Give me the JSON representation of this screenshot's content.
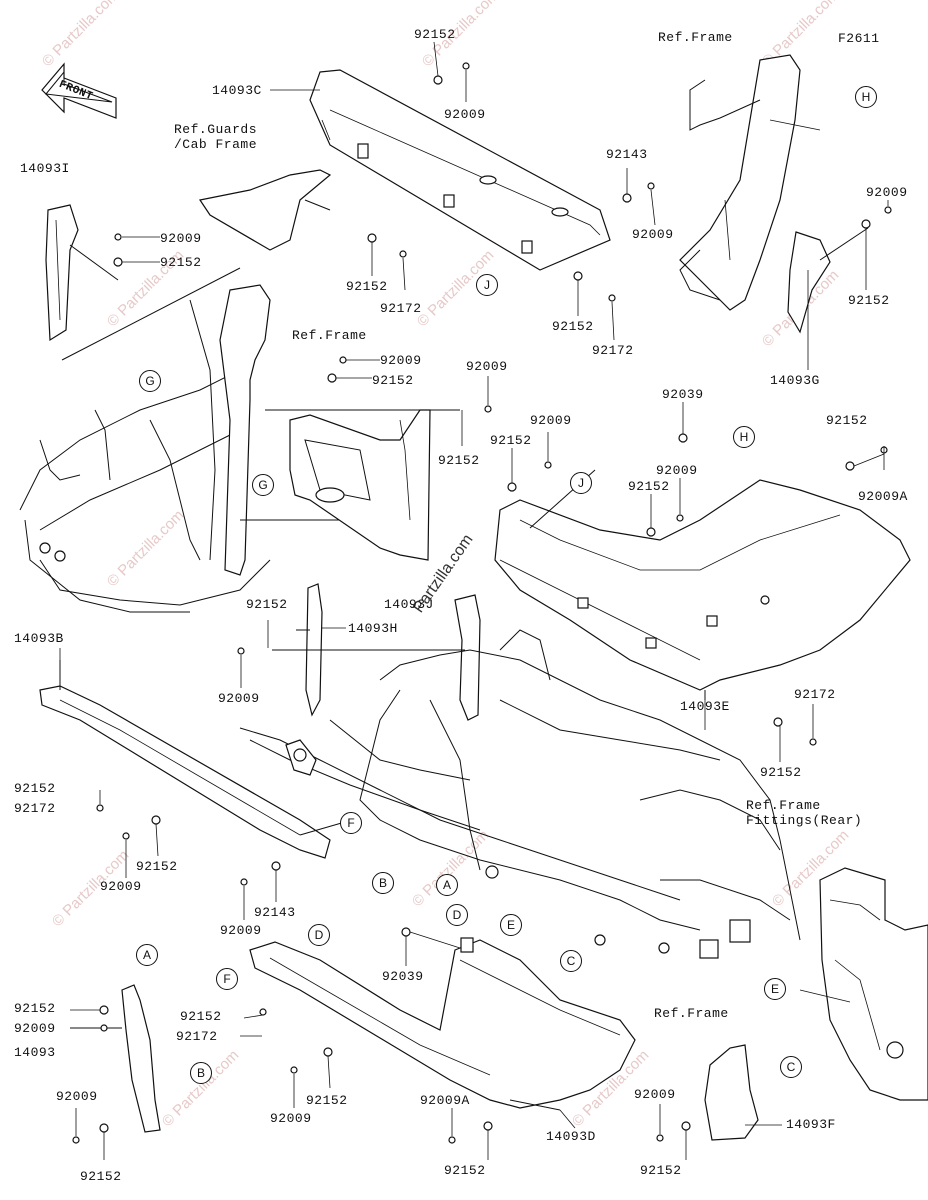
{
  "diagram_code": "F2611",
  "front_arrow_text": "FRONT",
  "watermark_text": "© Partzilla.com",
  "center_watermark": "Partzilla.com",
  "refs": {
    "guards": "Ref.Guards\n/Cab Frame",
    "frame_top": "Ref.Frame",
    "frame_left": "Ref.Frame",
    "frame_bottom": "Ref.Frame",
    "fittings": "Ref.Frame\nFittings(Rear)"
  },
  "parts": [
    {
      "id": "p1",
      "label": "92152"
    },
    {
      "id": "p2",
      "label": "14093C"
    },
    {
      "id": "p3",
      "label": "92009"
    },
    {
      "id": "p4",
      "label": "14093I"
    },
    {
      "id": "p5",
      "label": "92009"
    },
    {
      "id": "p6",
      "label": "92152"
    },
    {
      "id": "p7",
      "label": "92143"
    },
    {
      "id": "p8",
      "label": "92009"
    },
    {
      "id": "p9",
      "label": "92152"
    },
    {
      "id": "p10",
      "label": "92172"
    },
    {
      "id": "p11",
      "label": "92152"
    },
    {
      "id": "p12",
      "label": "92172"
    },
    {
      "id": "p13",
      "label": "92009"
    },
    {
      "id": "p14",
      "label": "92152"
    },
    {
      "id": "p15",
      "label": "14093G"
    },
    {
      "id": "p16",
      "label": "92009"
    },
    {
      "id": "p17",
      "label": "92152"
    },
    {
      "id": "p18",
      "label": "92009"
    },
    {
      "id": "p19",
      "label": "92152"
    },
    {
      "id": "p20",
      "label": "92009"
    },
    {
      "id": "p21",
      "label": "92152"
    },
    {
      "id": "p22",
      "label": "92039"
    },
    {
      "id": "p23",
      "label": "92152"
    },
    {
      "id": "p24",
      "label": "92009A"
    },
    {
      "id": "p25",
      "label": "92009"
    },
    {
      "id": "p26",
      "label": "92152"
    },
    {
      "id": "p27",
      "label": "14093J"
    },
    {
      "id": "p28",
      "label": "92152"
    },
    {
      "id": "p29",
      "label": "14093H"
    },
    {
      "id": "p30",
      "label": "92009"
    },
    {
      "id": "p31",
      "label": "14093B"
    },
    {
      "id": "p32",
      "label": "14093E"
    },
    {
      "id": "p33",
      "label": "92172"
    },
    {
      "id": "p34",
      "label": "92152"
    },
    {
      "id": "p35",
      "label": "92152"
    },
    {
      "id": "p36",
      "label": "92172"
    },
    {
      "id": "p37",
      "label": "92152"
    },
    {
      "id": "p38",
      "label": "92009"
    },
    {
      "id": "p39",
      "label": "92143"
    },
    {
      "id": "p40",
      "label": "92009"
    },
    {
      "id": "p41",
      "label": "92039"
    },
    {
      "id": "p42",
      "label": "92152"
    },
    {
      "id": "p43",
      "label": "92172"
    },
    {
      "id": "p44",
      "label": "92152"
    },
    {
      "id": "p45",
      "label": "92009"
    },
    {
      "id": "p46",
      "label": "14093"
    },
    {
      "id": "p47",
      "label": "92009"
    },
    {
      "id": "p48",
      "label": "92152"
    },
    {
      "id": "p49",
      "label": "92009"
    },
    {
      "id": "p50",
      "label": "92152"
    },
    {
      "id": "p51",
      "label": "92009A"
    },
    {
      "id": "p52",
      "label": "92152"
    },
    {
      "id": "p53",
      "label": "14093D"
    },
    {
      "id": "p54",
      "label": "92009"
    },
    {
      "id": "p55",
      "label": "92152"
    },
    {
      "id": "p56",
      "label": "14093F"
    }
  ],
  "callouts": [
    {
      "id": "c1",
      "letter": "H"
    },
    {
      "id": "c2",
      "letter": "G"
    },
    {
      "id": "c3",
      "letter": "J"
    },
    {
      "id": "c4",
      "letter": "G"
    },
    {
      "id": "c5",
      "letter": "H"
    },
    {
      "id": "c6",
      "letter": "J"
    },
    {
      "id": "c7",
      "letter": "F"
    },
    {
      "id": "c8",
      "letter": "B"
    },
    {
      "id": "c9",
      "letter": "A"
    },
    {
      "id": "c10",
      "letter": "D"
    },
    {
      "id": "c11",
      "letter": "E"
    },
    {
      "id": "c12",
      "letter": "C"
    },
    {
      "id": "c13",
      "letter": "A"
    },
    {
      "id": "c14",
      "letter": "D"
    },
    {
      "id": "c15",
      "letter": "F"
    },
    {
      "id": "c16",
      "letter": "B"
    },
    {
      "id": "c17",
      "letter": "E"
    },
    {
      "id": "c18",
      "letter": "C"
    }
  ]
}
